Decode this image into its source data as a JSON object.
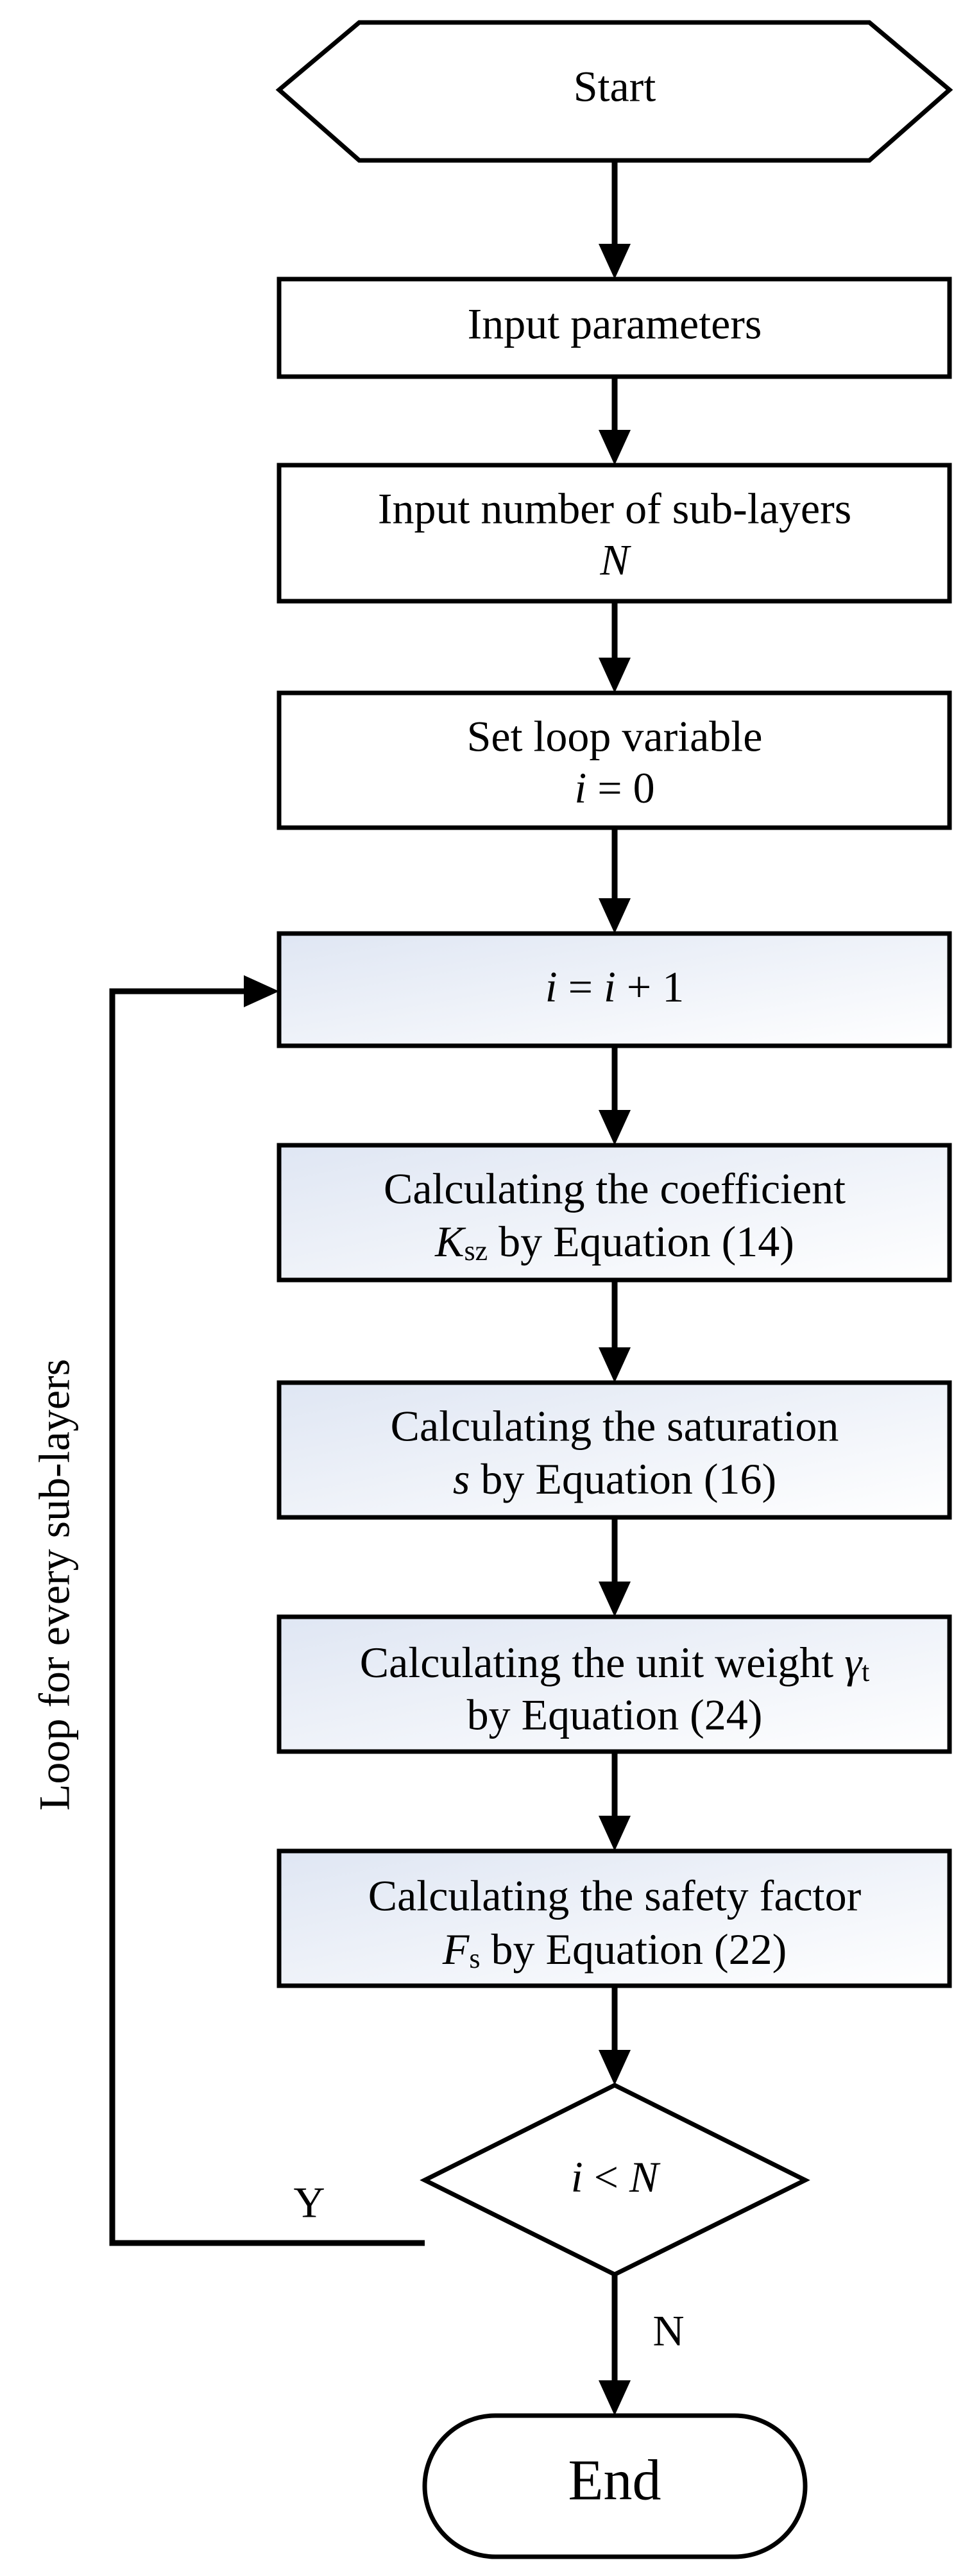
{
  "colors": {
    "line": "#000000",
    "box_fill": "#ffffff",
    "loop_box_gradient_start": "#dfe6f3",
    "loop_box_gradient_end": "#ffffff"
  },
  "nodes": {
    "start": {
      "text": "Start"
    },
    "input_parameters": {
      "text": "Input parameters"
    },
    "input_sublayers": {
      "line1": "Input number of sub-layers",
      "var": "N"
    },
    "set_loop": {
      "line1": "Set loop variable",
      "var": "i",
      "rest": " = 0"
    },
    "increment": {
      "a": "i",
      "b": " = ",
      "c": "i",
      "d": " + 1"
    },
    "calc_coefficient": {
      "line1": "Calculating the coefficient",
      "var": "K",
      "sub": "sz",
      "rest": " by Equation (14)"
    },
    "calc_saturation": {
      "line1": "Calculating the saturation",
      "var": "s",
      "rest": " by Equation (16)"
    },
    "calc_unit_weight": {
      "line1": "Calculating the unit weight ",
      "var": "γ",
      "sub": "t",
      "line2": "by Equation (24)"
    },
    "calc_safety_factor": {
      "line1": "Calculating the safety factor",
      "var": "F",
      "sub": "s",
      "rest": " by Equation (22)"
    },
    "decision": {
      "a": "i",
      "op": " < ",
      "b": "N"
    },
    "end": {
      "text": "End"
    }
  },
  "branches": {
    "yes_label": "Y",
    "no_label": "N"
  },
  "loop_label": "Loop for every sub-layers"
}
